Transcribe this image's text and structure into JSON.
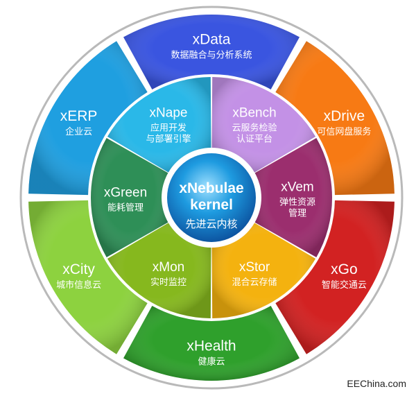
{
  "center": {
    "title_line1": "xNebulae",
    "title_line2": "kernel",
    "subtitle": "先进云内核"
  },
  "outer_ring": [
    {
      "name": "xData",
      "desc": "数据融合与分析系统",
      "color": "#3a55e0"
    },
    {
      "name": "xDrive",
      "desc": "可信网盘服务",
      "color": "#f77a14"
    },
    {
      "name": "xGo",
      "desc": "智能交通云",
      "color": "#d22222"
    },
    {
      "name": "xHealth",
      "desc": "健康云",
      "color": "#2fa02c"
    },
    {
      "name": "xCity",
      "desc": "城市信息云",
      "color": "#8dd23f"
    },
    {
      "name": "xERP",
      "desc": "企业云",
      "color": "#1f9fe0"
    }
  ],
  "inner_ring": [
    {
      "name": "xBench",
      "desc": [
        "云服务检验",
        "认证平台"
      ],
      "color": "#c391e6"
    },
    {
      "name": "xVem",
      "desc": [
        "弹性资源",
        "管理"
      ],
      "color": "#9b2e6e"
    },
    {
      "name": "xStor",
      "desc": [
        "混合云存储"
      ],
      "color": "#f4b20f"
    },
    {
      "name": "xMon",
      "desc": [
        "实时监控"
      ],
      "color": "#86b81e"
    },
    {
      "name": "xGreen",
      "desc": [
        "能耗管理"
      ],
      "color": "#2e8f57"
    },
    {
      "name": "xNape",
      "desc": [
        "应用开发",
        "与部署引擎"
      ],
      "color": "#2ab8e8"
    }
  ],
  "watermark": "EEChina.com"
}
